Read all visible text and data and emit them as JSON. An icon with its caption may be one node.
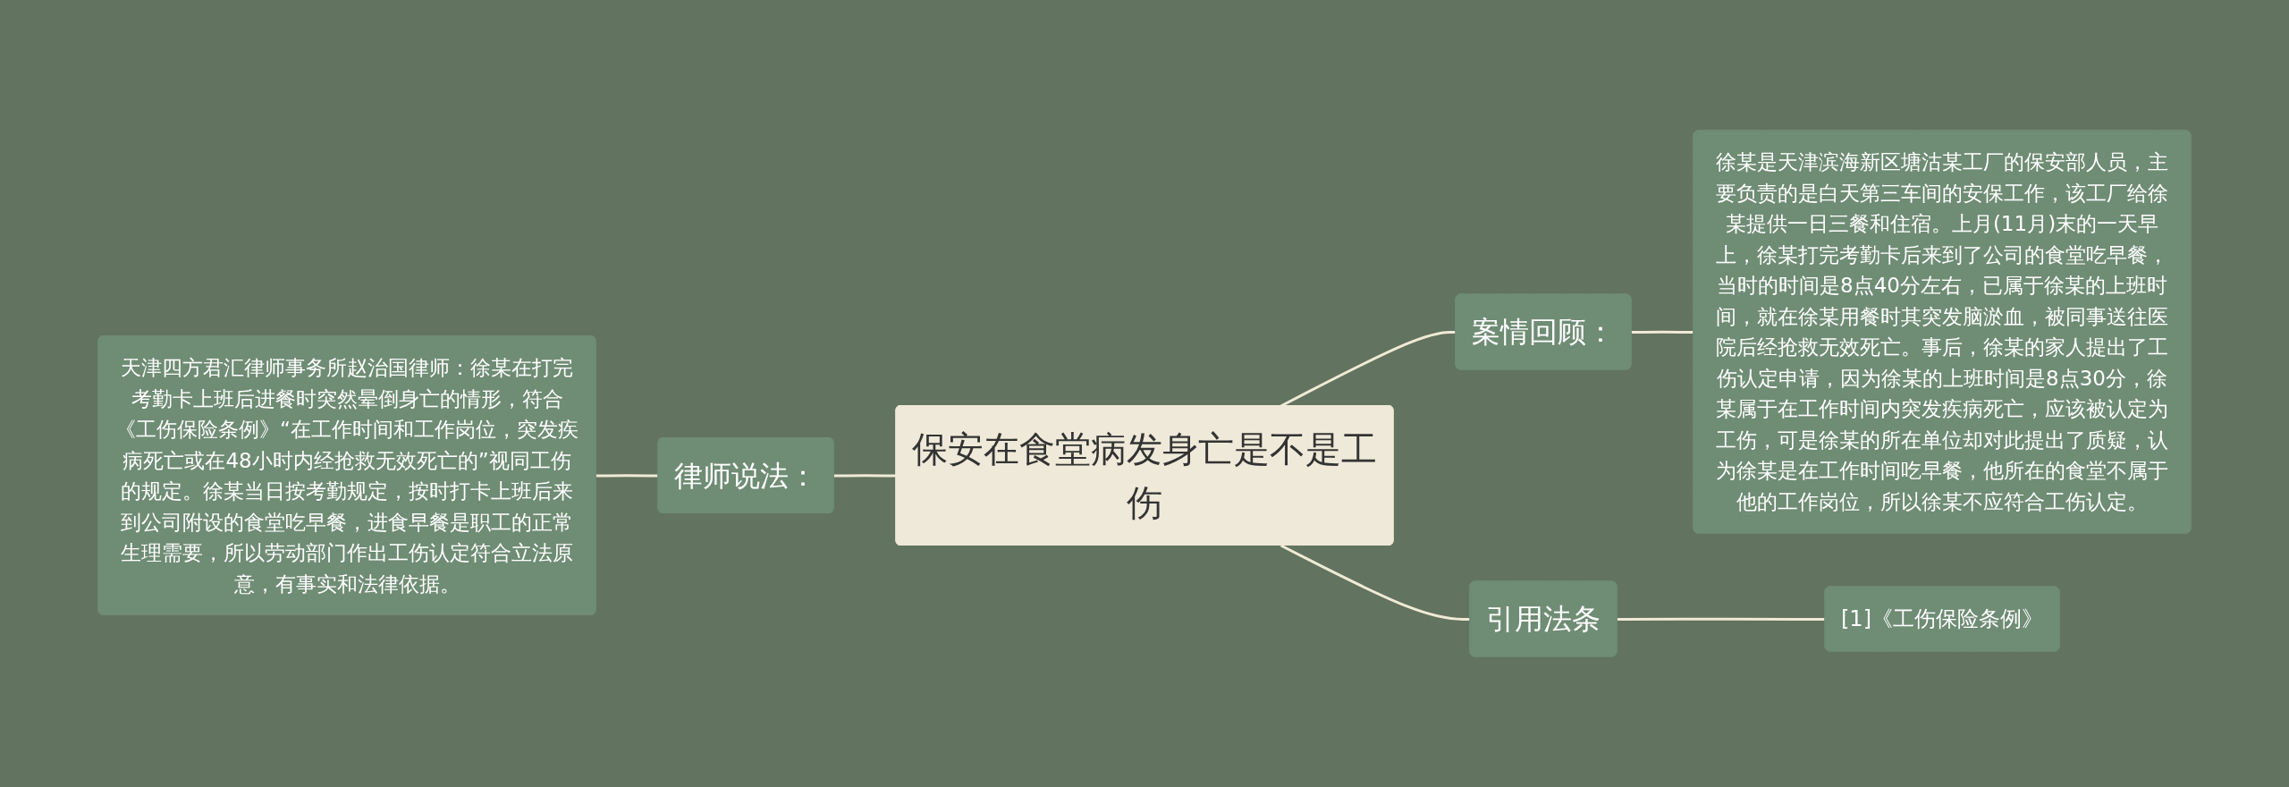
{
  "diagram": {
    "nodes": [
      {
        "text": [
          "天津四方君汇律师事务所赵治国律师：徐某在打完考勤卡上班后进餐时突然晕倒身亡的情形，符合《工伤保险条例》“在工作时间和工作岗位，突发疾病死亡或在48小时内经抢救无效死亡的”视同工伤的规定。徐某当日按考勤规定，按时打卡上班后来到公司附设的食堂吃早餐，进食早餐是职工的正常生理需要，所以劳动部门作出工伤认定符合立法原意，有事实和法律依据。"
        ]
      },
      {
        "text": [
          "律师说法："
        ]
      },
      {
        "text": [
          "保安在食堂病发身亡是不是工伤"
        ]
      },
      {
        "text": [
          "案情回顾："
        ]
      },
      {
        "text": [
          "徐某是天津滨海新区塘沽某工厂的保安部人员，主要负责的是白天第三车间的安保工作，该工厂给徐某提供一日三餐和住宿。上月(11月)末的一天早上，徐某打完考勤卡后来到了公司的食堂吃早餐，当时的时间是8点40分左右，已属于徐某的上班时间，就在徐某用餐时其突发脑淤血，被同事送往医院后经抢救无效死亡。事后，徐某的家人提出了工伤认定申请，因为徐某的上班时间是8点30分，徐某属于在工作时间内突发疾病死亡，应该被认定为工伤，可是徐某的所在单位却对此提出了质疑，认为徐某是在工作时间吃早餐，他所在的食堂不属于他的工作岗位，所以徐某不应符合工伤认定。"
        ]
      },
      {
        "text": [
          "引用法条"
        ]
      },
      {
        "text": [
          "[1]《工伤保险条例》"
        ]
      }
    ],
    "edges": [
      {
        "from": 0,
        "to": 1,
        "arrow": "none"
      },
      {
        "from": 1,
        "to": 2,
        "arrow": "none"
      },
      {
        "from": 2,
        "to": 3,
        "arrow": "none"
      },
      {
        "from": 3,
        "to": 4,
        "arrow": "none"
      },
      {
        "from": 2,
        "to": 5,
        "arrow": "none"
      },
      {
        "from": 5,
        "to": 6,
        "arrow": "none"
      }
    ]
  }
}
